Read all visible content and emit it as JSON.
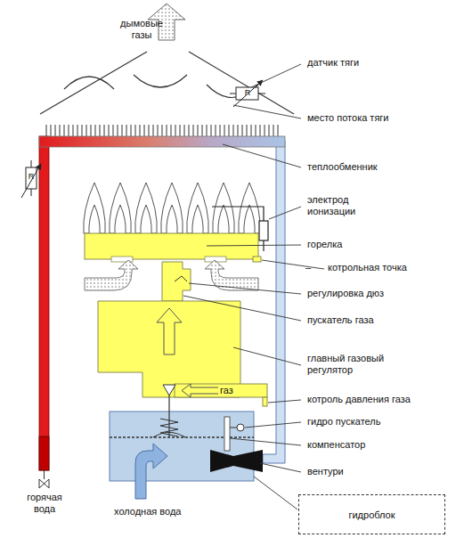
{
  "diagram": {
    "nodes": [
      {
        "text": [
          "гидроблок"
        ]
      }
    ],
    "labels": [
      "дымовые газы",
      "датчик тяги",
      "R",
      "место потока тяги",
      "теплообменник",
      "R",
      "электрод ионизации",
      "горелка",
      "–",
      "котрольная точка",
      "регулировка дюз",
      "пускатель газа",
      "главный газовый регулятор",
      "газ",
      "котроль давления газа",
      "гидро пускатель",
      "компенсатор",
      "вентури",
      "горячая вода",
      "холодная вода"
    ]
  }
}
